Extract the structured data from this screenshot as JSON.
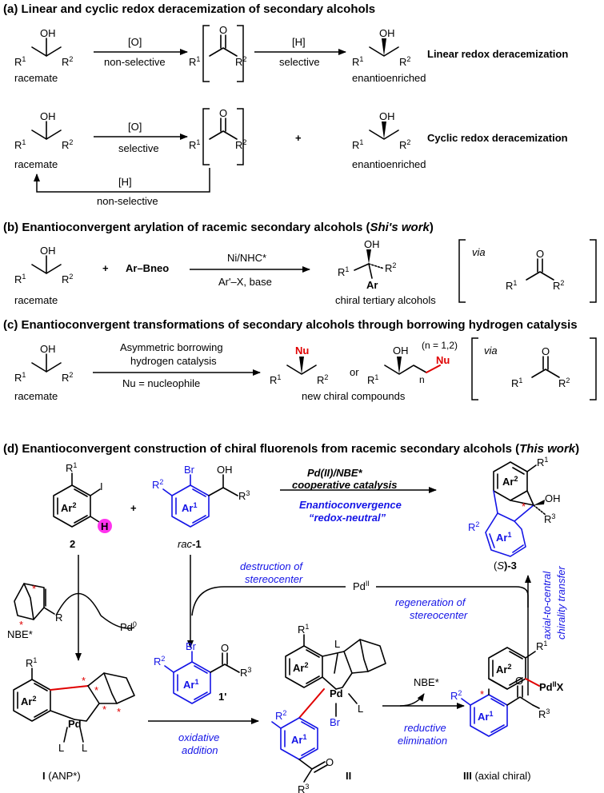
{
  "sections": {
    "a": {
      "title": "(a) Linear and cyclic redox deracemization of secondary alcohols"
    },
    "b": {
      "title_main": "(b) Enantioconvergent arylation of racemic secondary alcohols (",
      "title_ital": "Shi's work",
      "title_end": ")"
    },
    "c": {
      "title": "(c) Enantioconvergent transformations of secondary alcohols through borrowing hydrogen catalysis"
    },
    "d": {
      "title_main": "(d) Enantioconvergent construction of chiral fluorenols from racemic secondary alcohols (",
      "title_ital": "This work",
      "title_end": ")"
    }
  },
  "atoms": {
    "OH": "OH",
    "O": "O",
    "R1": "R",
    "R2": "R",
    "R3": "R",
    "sup1": "1",
    "sup2": "2",
    "sup3": "3",
    "Ar": "Ar",
    "Ar1sub": "1",
    "Ar2sub": "2",
    "I": "I",
    "H": "H",
    "Br": "Br",
    "Nu": "Nu",
    "Pd": "Pd",
    "L": "L",
    "X": "X",
    "PdII_sup": "II",
    "n": "n",
    "star": "*"
  },
  "a": {
    "ox": "[O]",
    "nonsel": "non-selective",
    "red": "[H]",
    "sel": "selective",
    "racemate": "racemate",
    "enantio": "enantioenriched",
    "linear": "Linear redox deracemization",
    "cyclic_ox": "[O]",
    "cyclic_sel": "selective",
    "plus": "+",
    "cyclic": "Cyclic redox deracemization",
    "back_h": "[H]",
    "back_nonsel": "non-selective"
  },
  "b": {
    "plus": "+",
    "reagent": "Ar–Bneo",
    "cat": "Ni/NHC*",
    "cond": "Ar'–X, base",
    "racemate": "racemate",
    "product": "chiral tertiary alcohols",
    "via": "via"
  },
  "c": {
    "cond1": "Asymmetric borrowing",
    "cond2": "hydrogen catalysis",
    "cond3": "Nu = nucleophile",
    "racemate": "racemate",
    "or": "or",
    "n_note": "(n = 1,2)",
    "product": "new chiral compounds",
    "via": "via"
  },
  "d": {
    "cpd2": "2",
    "plus": "+",
    "rac1_pre": "rac",
    "rac1_num": "-1",
    "cat1": "Pd(II)/NBE*",
    "cat2": "cooperative catalysis",
    "enantio1": "Enantioconvergence",
    "enantio2": "“redox-neutral”",
    "prod_pre": "(",
    "prod_S": "S",
    "prod_post": ")-3",
    "nbe": "NBE*",
    "pd0_a": "Pd",
    "pd0_b": "0",
    "destruction1": "destruction of",
    "destruction2": "stereocenter",
    "pdII_a": "Pd",
    "pdII_b": "II",
    "regen1": "regeneration of",
    "regen2": "stereocenter",
    "axial1": "axial-to-central",
    "axial2": "chirality transfer",
    "ketone": "1'",
    "oxadd1": "oxidative",
    "oxadd2": "addition",
    "redel1": "reductive",
    "redel2": "elimination",
    "nbe_out": "NBE*",
    "int1_num": "I",
    "int1_lbl": " (ANP*)",
    "int2_num": "II",
    "int3_num": "III",
    "int3_lbl": " (axial chiral)"
  }
}
